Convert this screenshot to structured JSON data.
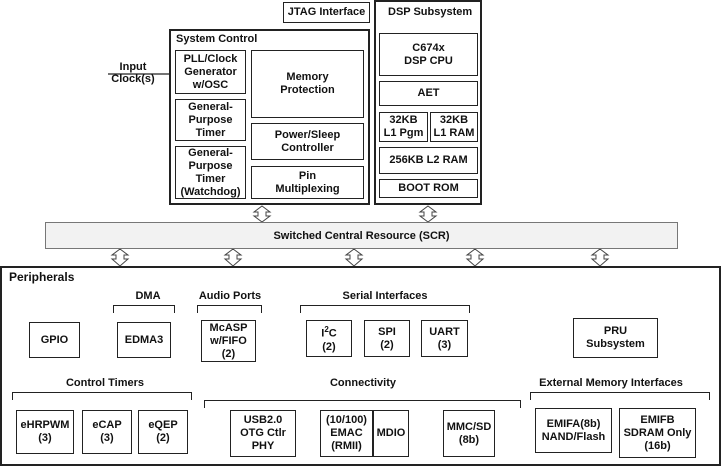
{
  "jtag": "JTAG Interface",
  "dsp": {
    "title": "DSP Subsystem",
    "cpu": "C674x\nDSP CPU",
    "aet": "AET",
    "l1pgm": "32KB\nL1 Pgm",
    "l1ram": "32KB\nL1 RAM",
    "l2ram": "256KB L2 RAM",
    "bootrom": "BOOT ROM"
  },
  "system_control": {
    "title": "System Control",
    "pll": "PLL/Clock\nGenerator\nw/OSC",
    "gpt": "General-\nPurpose\nTimer",
    "gpt_wd": "General-\nPurpose\nTimer\n(Watchdog)",
    "memprot": "Memory\nProtection",
    "psc": "Power/Sleep\nController",
    "pinmux": "Pin\nMultiplexing"
  },
  "input_clock": "Input\nClock(s)",
  "scr": "Switched Central Resource (SCR)",
  "peripherals": {
    "title": "Peripherals",
    "dma_label": "DMA",
    "audio_label": "Audio Ports",
    "serial_label": "Serial Interfaces",
    "control_timers_label": "Control Timers",
    "connectivity_label": "Connectivity",
    "emif_label": "External Memory Interfaces",
    "gpio": "GPIO",
    "edma3": "EDMA3",
    "mcasp": "McASP\nw/FIFO\n(2)",
    "i2c_main": "I",
    "i2c_sup": "2",
    "i2c_rest": "C",
    "i2c_count": "(2)",
    "spi": "SPI\n(2)",
    "uart": "UART\n(3)",
    "pru": "PRU\nSubsystem",
    "ehrpwm": "eHRPWM\n(3)",
    "ecap": "eCAP\n(3)",
    "eqep": "eQEP\n(2)",
    "usb": "USB2.0\nOTG Ctlr\nPHY",
    "emac": "(10/100)\nEMAC\n(RMII)",
    "mdio": "MDIO",
    "mmcsd": "MMC/SD\n(8b)",
    "emifa": "EMIFA(8b)\nNAND/Flash",
    "emifb": "EMIFB\nSDRAM Only\n(16b)"
  }
}
